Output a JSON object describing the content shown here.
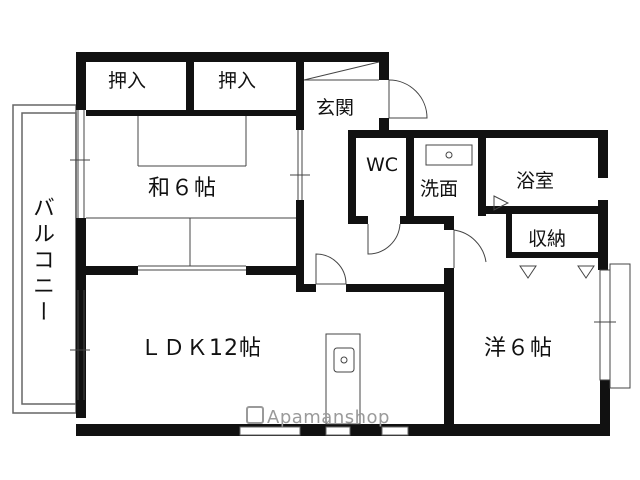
{
  "rooms": {
    "oshiire_left": "押入",
    "oshiire_right": "押入",
    "genkan": "玄関",
    "washitsu": "和６帖",
    "wc": "WC",
    "senmen": "洗面",
    "yokushitsu": "浴室",
    "shuno": "収納",
    "ldk": "ＬＤＫ12帖",
    "yoshitsu": "洋６帖",
    "balcony": "バルコニー"
  },
  "watermark": "Apamanshop",
  "colors": {
    "wall": "#111111",
    "thin_line": "#555555",
    "watermark": "#9a9a9a",
    "background": "#ffffff"
  }
}
